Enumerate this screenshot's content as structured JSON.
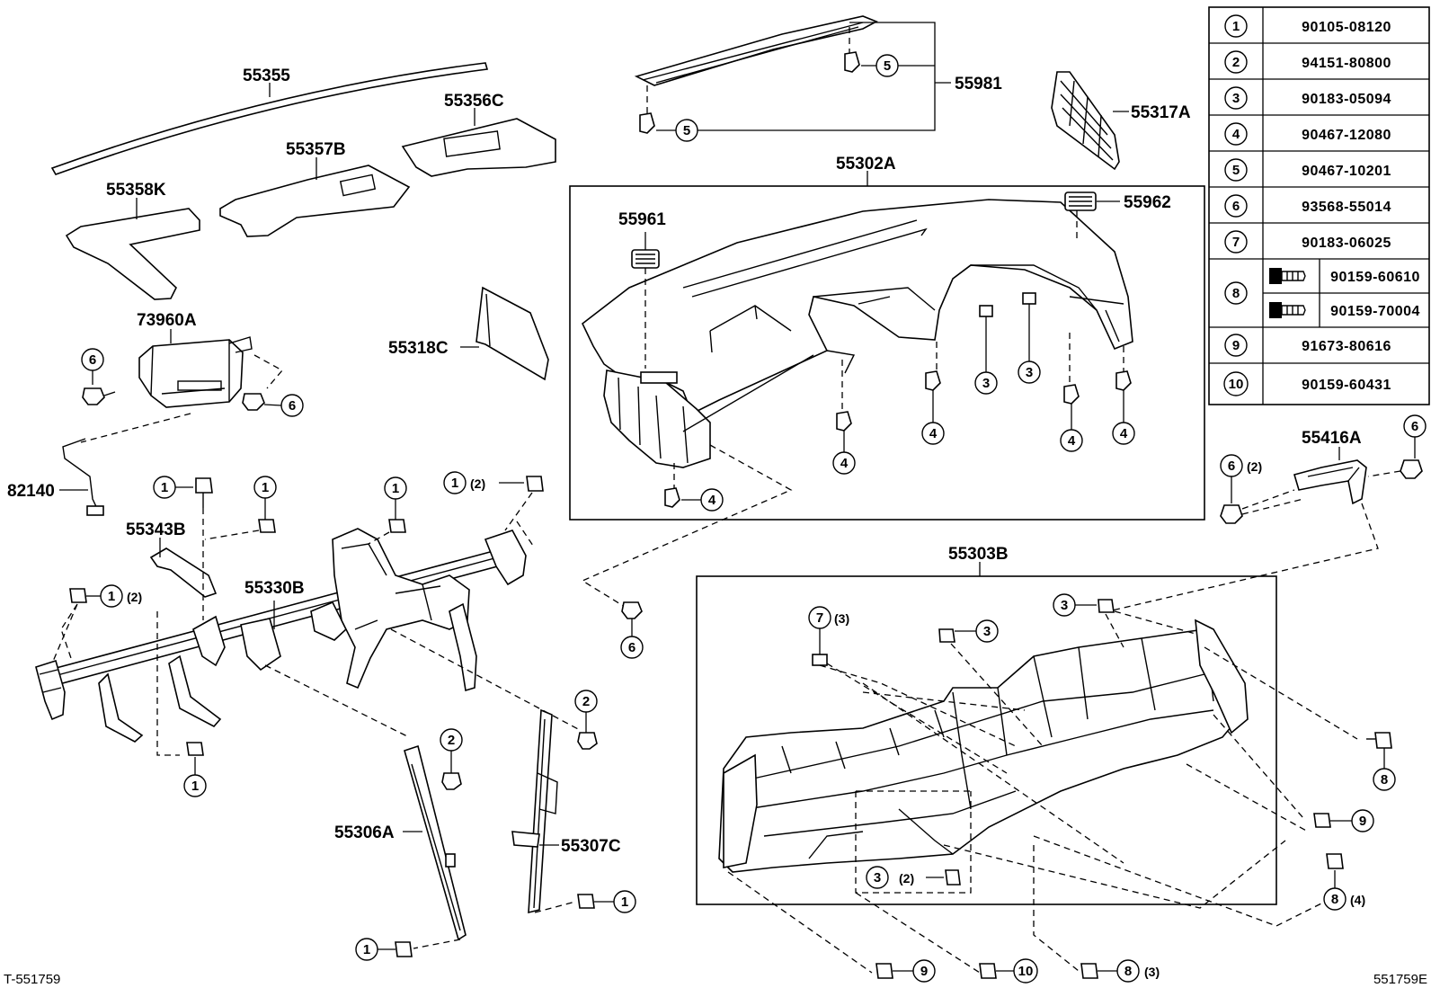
{
  "parts": {
    "p55355": "55355",
    "p55356C": "55356C",
    "p55357B": "55357B",
    "p55358K": "55358K",
    "p55981": "55981",
    "p55317A": "55317A",
    "p55302A": "55302A",
    "p55961": "55961",
    "p55962": "55962",
    "p73960A": "73960A",
    "p55318C": "55318C",
    "p82140": "82140",
    "p55343B": "55343B",
    "p55330B": "55330B",
    "p55416A": "55416A",
    "p55303B": "55303B",
    "p55306A": "55306A",
    "p55307C": "55307C"
  },
  "quantities": {
    "q2": "(2)",
    "q3": "(3)",
    "q4": "(4)"
  },
  "callout_numbers": [
    "1",
    "2",
    "3",
    "4",
    "5",
    "6",
    "7",
    "8",
    "9",
    "10"
  ],
  "legend_table": [
    {
      "num": "1",
      "part": "90105-08120"
    },
    {
      "num": "2",
      "part": "94151-80800"
    },
    {
      "num": "3",
      "part": "90183-05094"
    },
    {
      "num": "4",
      "part": "90467-12080"
    },
    {
      "num": "5",
      "part": "90467-10201"
    },
    {
      "num": "6",
      "part": "93568-55014"
    },
    {
      "num": "7",
      "part": "90183-06025"
    },
    {
      "num": "8",
      "part": "90159-60610",
      "part2": "90159-70004"
    },
    {
      "num": "9",
      "part": "91673-80616"
    },
    {
      "num": "10",
      "part": "90159-60431"
    }
  ],
  "footer": {
    "left": "T-551759",
    "right": "551759E"
  }
}
